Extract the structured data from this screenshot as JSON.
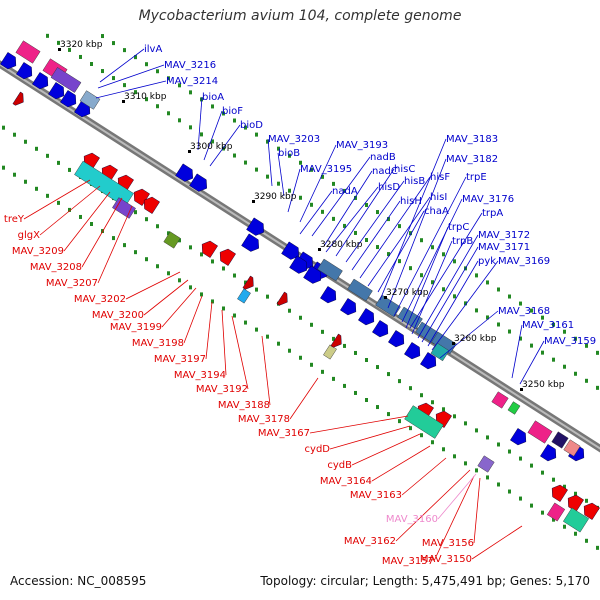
{
  "title": "Mycobacterium avium 104, complete genome",
  "accession": "Accession: NC_008595",
  "topology": "Topology: circular; Length: 5,475,491 bp; Genes: 5,170",
  "colors": {
    "forward_label": "#0000cc",
    "reverse_label": "#e00000",
    "pseudo_label": "#ee88cc",
    "backbone": "#888888",
    "forward_gene": "#0000dd",
    "reverse_gene": "#ee0000",
    "tick": "#228822"
  },
  "axis_ticks": [
    "3320 kbp",
    "3310 kbp",
    "3300 kbp",
    "3290 kbp",
    "3280 kbp",
    "3270 kbp",
    "3260 kbp",
    "3250 kbp"
  ],
  "forward_labels": [
    "ilvA",
    "MAV_3216",
    "MAV_3214",
    "bioA",
    "bioF",
    "bioD",
    "MAV_3203",
    "bioB",
    "MAV_3195",
    "MAV_3193",
    "nadB",
    "nadC",
    "nadA",
    "hisC",
    "hisB",
    "hisD",
    "hisH",
    "hisF",
    "hisI",
    "chaA",
    "MAV_3183",
    "MAV_3182",
    "trpE",
    "MAV_3176",
    "trpA",
    "trpC",
    "trpB",
    "MAV_3172",
    "MAV_3171",
    "pyk",
    "MAV_3169",
    "MAV_3168",
    "MAV_3161",
    "MAV_3159"
  ],
  "reverse_labels": [
    "treY",
    "glgX",
    "MAV_3209",
    "MAV_3208",
    "MAV_3207",
    "MAV_3202",
    "MAV_3200",
    "MAV_3199",
    "MAV_3198",
    "MAV_3197",
    "MAV_3194",
    "MAV_3192",
    "MAV_3188",
    "MAV_3178",
    "MAV_3167",
    "cydD",
    "cydB",
    "MAV_3164",
    "MAV_3163",
    "MAV_3162",
    "MAV_3157",
    "MAV_3156",
    "MAV_3150"
  ],
  "pseudo_labels": [
    "MAV_3160"
  ]
}
